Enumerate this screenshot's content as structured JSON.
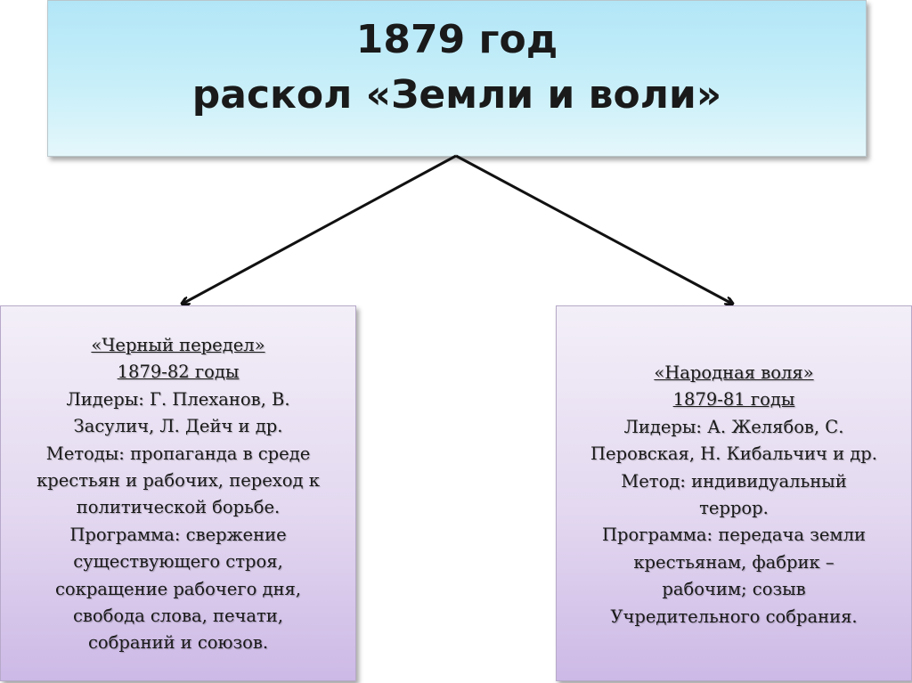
{
  "title": {
    "line1": "1879 год",
    "line2": "раскол «Земли и воли»"
  },
  "left": {
    "name": "«Черный передел»",
    "years": "1879-82 годы",
    "lines": [
      "Лидеры: Г. Плеханов, В.",
      "Засулич, Л. Дейч и др.",
      "Методы: пропаганда в среде",
      "крестьян и рабочих, переход к",
      "политической борьбе.",
      "Программа: свержение",
      "существующего строя,",
      "сокращение рабочего дня,",
      "свобода слова, печати,",
      "собраний и союзов."
    ]
  },
  "right": {
    "name": "«Народная воля»",
    "years": "1879-81 годы",
    "lines": [
      "Лидеры: А. Желябов, С.",
      "Перовская, Н. Кибальчич и др.",
      "Метод: индивидуальный",
      "террор.",
      "Программа: передача земли",
      "крестьянам, фабрик –",
      "рабочим; созыв",
      "Учредительного собрания."
    ]
  },
  "colors": {
    "title_fill": "#c8eff9",
    "branch_fill": "#e3d8f0",
    "arrow": "#111111"
  }
}
